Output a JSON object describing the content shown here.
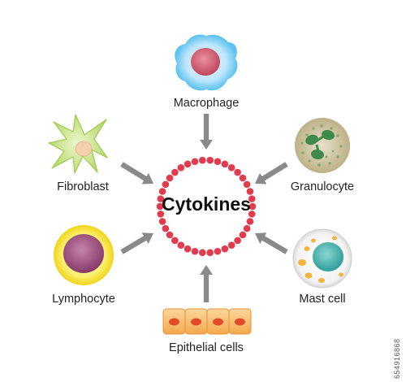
{
  "center": {
    "label": "Cytokines",
    "dot_color": "#e23b4d"
  },
  "cells": [
    {
      "id": "macrophage",
      "label": "Macrophage"
    },
    {
      "id": "fibroblast",
      "label": "Fibroblast"
    },
    {
      "id": "granulocyte",
      "label": "Granulocyte"
    },
    {
      "id": "lymphocyte",
      "label": "Lymphocyte"
    },
    {
      "id": "mast-cell",
      "label": "Mast cell"
    },
    {
      "id": "epithelial-cells",
      "label": "Epithelial cells"
    }
  ],
  "arrow_color": "#8a8a8a",
  "stock_id": "654916868"
}
